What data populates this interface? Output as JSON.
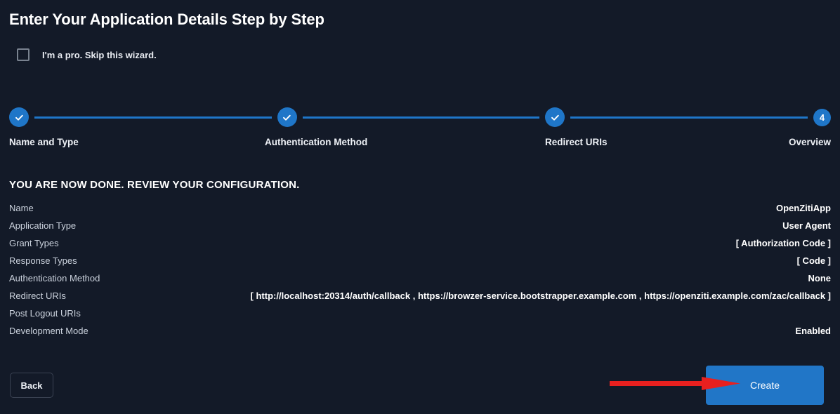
{
  "header": {
    "title": "Enter Your Application Details Step by Step"
  },
  "skip_wizard": {
    "label": "I'm a pro. Skip this wizard.",
    "checked": false
  },
  "stepper": {
    "steps": [
      {
        "label": "Name and Type",
        "state": "complete",
        "marker": "check-icon"
      },
      {
        "label": "Authentication Method",
        "state": "complete",
        "marker": "check-icon"
      },
      {
        "label": "Redirect URIs",
        "state": "complete",
        "marker": "check-icon"
      },
      {
        "label": "Overview",
        "state": "current",
        "marker": "4"
      }
    ],
    "accent_color": "#1f76c8"
  },
  "review": {
    "heading": "YOU ARE NOW DONE. REVIEW YOUR CONFIGURATION.",
    "rows": [
      {
        "label": "Name",
        "value": "OpenZitiApp"
      },
      {
        "label": "Application Type",
        "value": "User Agent"
      },
      {
        "label": "Grant Types",
        "value": "[ Authorization Code ]"
      },
      {
        "label": "Response Types",
        "value": "[ Code ]"
      },
      {
        "label": "Authentication Method",
        "value": "None"
      },
      {
        "label": "Redirect URIs",
        "value": "[ http://localhost:20314/auth/callback , https://browzer-service.bootstrapper.example.com , https://openziti.example.com/zac/callback ]"
      },
      {
        "label": "Post Logout URIs",
        "value": ""
      },
      {
        "label": "Development Mode",
        "value": "Enabled"
      }
    ]
  },
  "footer": {
    "back_label": "Back",
    "create_label": "Create"
  },
  "annotation": {
    "arrow_color": "#e8201f",
    "points_to": "create-button"
  },
  "colors": {
    "background": "#131a28",
    "accent_blue": "#2176c7",
    "text_primary": "#ffffff",
    "text_secondary": "#cbd2dd",
    "border": "#3a4252"
  }
}
